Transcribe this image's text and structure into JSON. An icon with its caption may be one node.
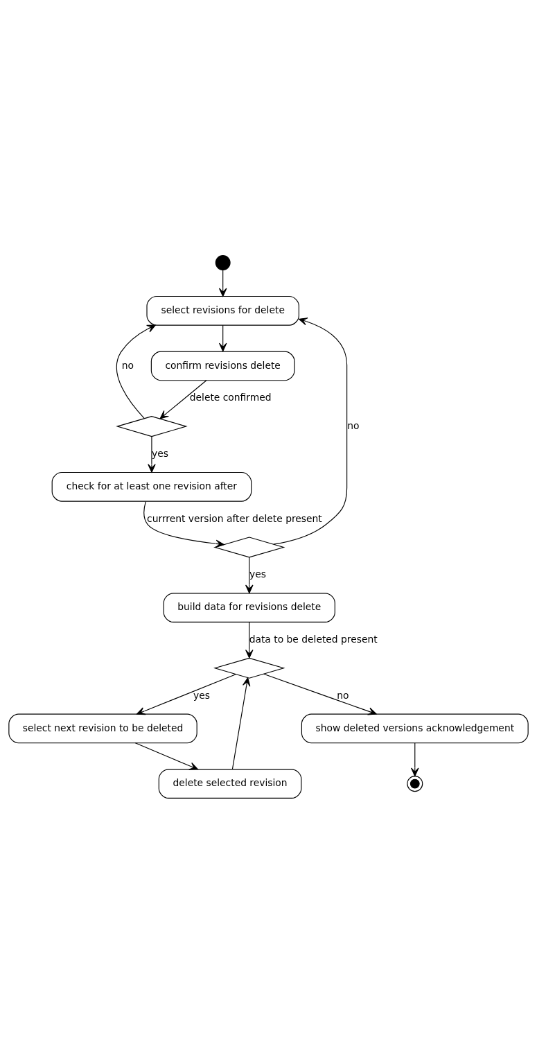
{
  "diagram": {
    "nodes": [
      {
        "text": [],
        "shape": "circle"
      },
      {
        "text": [
          "select revisions for delete"
        ]
      },
      {
        "text": [
          "confirm revisions delete"
        ]
      },
      {
        "text": [],
        "shape": "diamond"
      },
      {
        "text": [
          "check for at least one revision after"
        ]
      },
      {
        "text": [],
        "shape": "diamond"
      },
      {
        "text": [
          "build data for revisions delete"
        ]
      },
      {
        "text": [],
        "shape": "diamond"
      },
      {
        "text": [
          "select next revision to be deleted"
        ]
      },
      {
        "text": [
          "delete selected revision"
        ]
      },
      {
        "text": [
          "show deleted versions acknowledgement"
        ]
      },
      {
        "text": [],
        "shape": "bullseye"
      }
    ],
    "edges": [
      {
        "from": 0,
        "to": 1,
        "arrow": "to"
      },
      {
        "from": 1,
        "to": 2,
        "arrow": "to"
      },
      {
        "from": 2,
        "to": 3,
        "arrow": "to",
        "label": "delete confirmed"
      },
      {
        "from": 3,
        "to": 1,
        "arrow": "to",
        "label": "no"
      },
      {
        "from": 3,
        "to": 4,
        "arrow": "to",
        "label": "yes"
      },
      {
        "from": 4,
        "to": 5,
        "arrow": "to",
        "label": "currrent version after delete present"
      },
      {
        "from": 5,
        "to": 1,
        "arrow": "to",
        "label": "no"
      },
      {
        "from": 5,
        "to": 6,
        "arrow": "to",
        "label": "yes"
      },
      {
        "from": 6,
        "to": 7,
        "arrow": "to",
        "label": "data to be deleted present"
      },
      {
        "from": 7,
        "to": 8,
        "arrow": "to",
        "label": "yes"
      },
      {
        "from": 7,
        "to": 10,
        "arrow": "to",
        "label": "no"
      },
      {
        "from": 8,
        "to": 9,
        "arrow": "to"
      },
      {
        "from": 9,
        "to": 7,
        "arrow": "to"
      },
      {
        "from": 10,
        "to": 11,
        "arrow": "to"
      }
    ]
  }
}
